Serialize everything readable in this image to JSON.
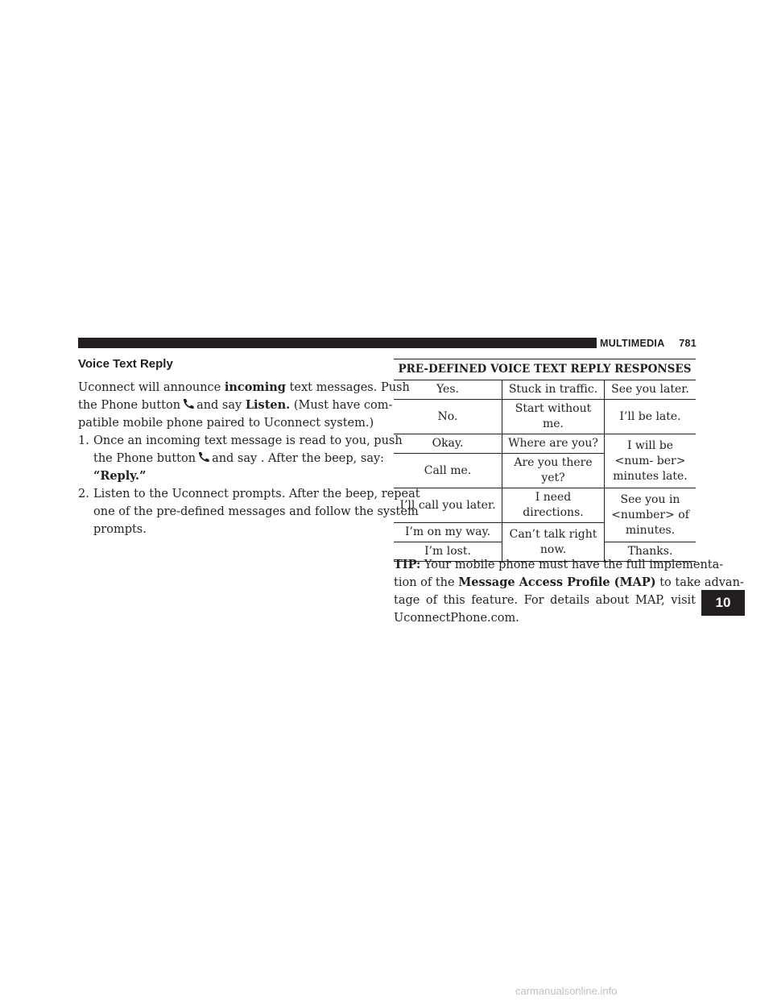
{
  "header": {
    "section": "MULTIMEDIA",
    "page_number": "781"
  },
  "section_title": "Voice Text Reply",
  "intro": {
    "l1_a": "Uconnect will announce ",
    "l1_b": "incoming",
    "l1_c": " text messages. Push",
    "l2_a": "the Phone button",
    "l2_b": "and say ",
    "l2_c": "Listen.",
    "l2_d": " (Must have com-",
    "l3": "patible mobile phone paired to Uconnect system.)"
  },
  "step1": {
    "num": "1.",
    "l1": "Once an incoming text message is read to you, push",
    "l2_a": "the Phone button",
    "l2_b": "and say . After the beep, say:",
    "l3": "“Reply.”"
  },
  "step2": {
    "num": "2.",
    "l1": "Listen to the Uconnect prompts. After the beep, repeat",
    "l2": "one of the pre-defined messages and follow the system",
    "l3": "prompts."
  },
  "table": {
    "title": "PRE-DEFINED VOICE TEXT REPLY RESPONSES",
    "c1": [
      "Yes.",
      "No.",
      "Okay.",
      "Call me.",
      "I’ll call you later.",
      "I’m on my way.",
      "I’m lost."
    ],
    "c2": [
      "Stuck in traffic.",
      "Start without me.",
      "Where are you?",
      "Are you there yet?",
      "I need directions.",
      "Can’t talk right now."
    ],
    "c3": [
      "See you later.",
      "I’ll be late.",
      "I will be <num- ber> minutes late.",
      "See you in <number> of minutes.",
      "Thanks."
    ]
  },
  "tip": {
    "label": "TIP:",
    "l1": " Your mobile phone must have the full implementa-",
    "l2_a": "tion of the ",
    "l2_b": "Message Access Profile (MAP)",
    "l2_c": " to take advan-",
    "l3": "tage of this feature. For details about MAP, visit",
    "l4": "UconnectPhone.com."
  },
  "chapter_tab": "10",
  "watermark": "carmanualsonline.info",
  "icons": {
    "phone": "phone-icon"
  }
}
